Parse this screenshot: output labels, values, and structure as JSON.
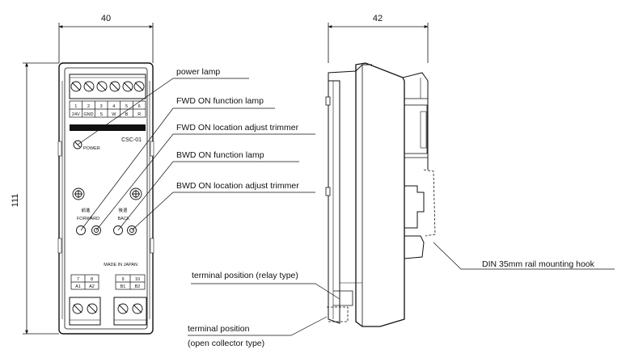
{
  "dimensions": {
    "front_width": "40",
    "side_depth": "42",
    "height": "111"
  },
  "device": {
    "model": "CSC-01",
    "power_text": "POWER",
    "forward_jp": "前進",
    "forward_en": "FORWARD",
    "back_jp": "後退",
    "back_en": "BACK",
    "made_in": "MADE IN JAPAN",
    "top_terminal_numbers": [
      "1",
      "2",
      "3",
      "4",
      "5",
      "6"
    ],
    "top_terminal_names": [
      "24V",
      "GND",
      "S",
      "W",
      "B",
      "R"
    ],
    "bottom_terminal_numbers": [
      "7",
      "8",
      "9",
      "10"
    ],
    "bottom_terminal_names": [
      "A1",
      "A2",
      "B1",
      "B2"
    ]
  },
  "callouts": {
    "power_lamp": "power lamp",
    "fwd_function_lamp": "FWD ON function lamp",
    "fwd_location_trimmer": "FWD ON location adjust trimmer",
    "bwd_function_lamp": "BWD ON function lamp",
    "bwd_location_trimmer": "BWD ON location adjust trimmer",
    "relay_terminal": "terminal position (relay type)",
    "oc_terminal_line1": "terminal position",
    "oc_terminal_line2": "(open collector type)",
    "din_hook": "DIN 35mm rail mounting hook"
  }
}
